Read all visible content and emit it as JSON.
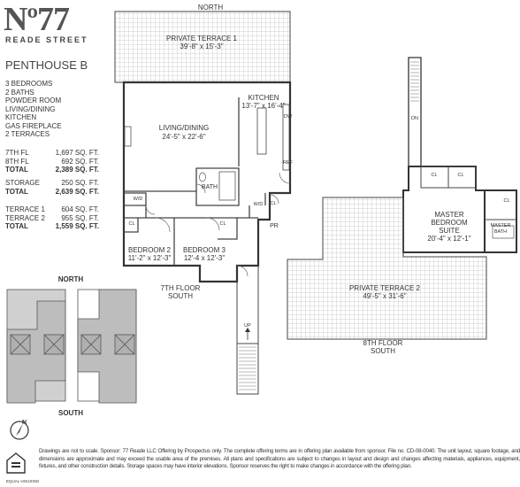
{
  "logo": {
    "number": "Nº77",
    "street": "READE STREET"
  },
  "unit": "PENTHOUSE B",
  "features": [
    "3 BEDROOMS",
    "2 BATHS",
    "POWDER ROOM",
    "LIVING/DINING",
    "KITCHEN",
    "GAS FIREPLACE",
    "2 TERRACES"
  ],
  "areas": {
    "group1": [
      {
        "label": "7TH FL",
        "value": "1,697 SQ. FT."
      },
      {
        "label": "8TH FL",
        "value": "692 SQ. FT."
      },
      {
        "label": "TOTAL",
        "value": "2,389 SQ. FT.",
        "total": true
      }
    ],
    "group2": [
      {
        "label": "STORAGE",
        "value": "250 SQ. FT."
      },
      {
        "label": "TOTAL",
        "value": "2,639 SQ. FT.",
        "total": true
      }
    ],
    "group3": [
      {
        "label": "TERRACE 1",
        "value": "604 SQ. FT."
      },
      {
        "label": "TERRACE 2",
        "value": "955 SQ. FT."
      },
      {
        "label": "TOTAL",
        "value": "1,559 SQ. FT.",
        "total": true
      }
    ]
  },
  "plan": {
    "north_top": "NORTH",
    "terrace1": {
      "name": "PRIVATE TERRACE 1",
      "dims": "39'-8\" x 15'-3\""
    },
    "kitchen": {
      "name": "KITCHEN",
      "dims": "13'-7\" x 16'-4\""
    },
    "living": {
      "name": "LIVING/DINING",
      "dims": "24'-5\" x 22'-6\""
    },
    "bedroom2": {
      "name": "BEDROOM 2",
      "dims": "11'-2\" x 12'-3\""
    },
    "bedroom3": {
      "name": "BEDROOM 3",
      "dims": "12'-4 x 12'-3\""
    },
    "master": {
      "name1": "MASTER",
      "name2": "BEDROOM",
      "name3": "SUITE",
      "dims": "20'-4\" x 12'-1\""
    },
    "terrace2": {
      "name": "PRIVATE TERRACE 2",
      "dims": "49'-5\" x 31'-6\""
    },
    "floor7": {
      "line1": "7TH FLOOR",
      "line2": "SOUTH"
    },
    "floor8": {
      "line1": "8TH FLOOR",
      "line2": "SOUTH"
    },
    "bath": "BATH",
    "master_bath1": "MASTER",
    "master_bath2": "BATH",
    "pr": "PR",
    "cl": "CL",
    "dw": "DW",
    "ref": "REF",
    "wd": "W/D",
    "up": "UP",
    "dn": "DN"
  },
  "keyplan": {
    "north": "NORTH",
    "south": "SOUTH",
    "compass": "N"
  },
  "disclaimer": "Drawings are not to scale. Sponsor: 77 Reade LLC Offering by Prospectus only. The complete offering terms are in offering plan available from sponsor. File no. CD-08-0040. The unit layout, square footage, and dimensions are approximate and may exceed the usable area of the premises. All plans and specifications are subject to changes in layout and design and changes affecting materials, appliances, equipment, fixtures, and other construction details. Storage spaces may have interior elevations. Sponsor reserves the right to make changes in accordance with the offering plan."
}
